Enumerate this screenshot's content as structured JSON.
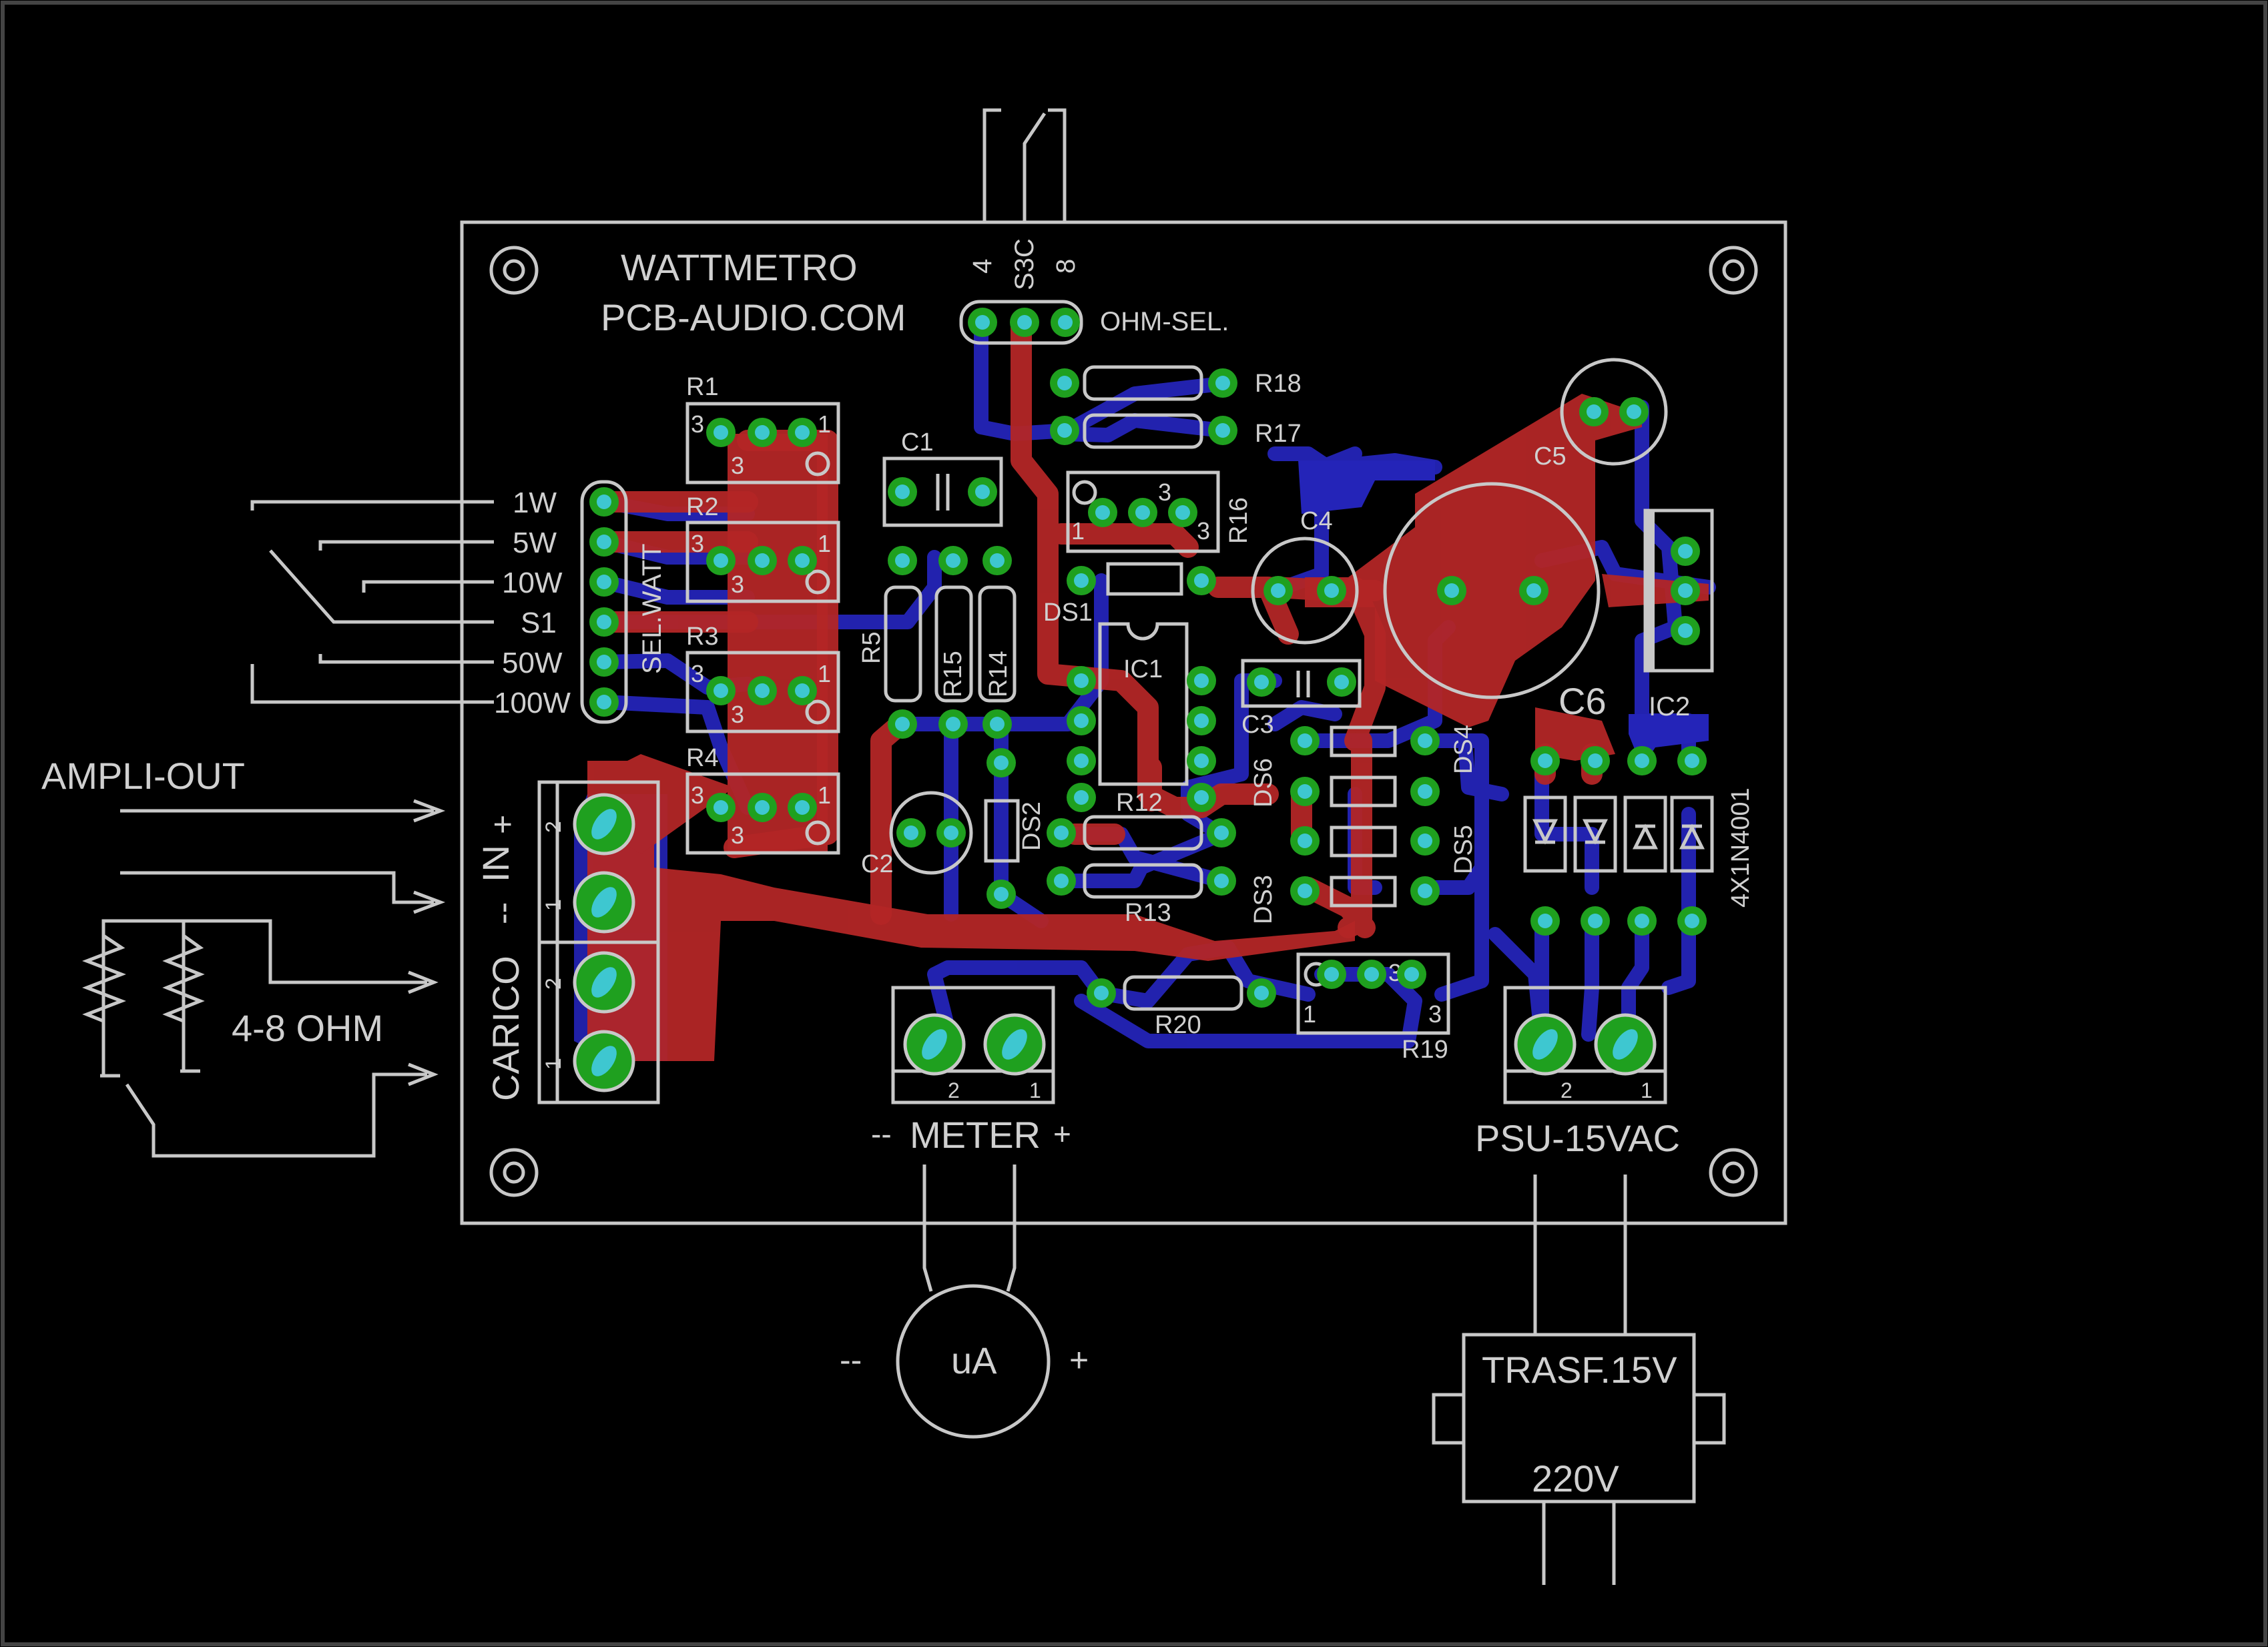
{
  "board": {
    "title": "WATTMETRO",
    "site": "PCB-AUDIO.COM"
  },
  "labels": {
    "ohm_sel": "OHM-SEL.",
    "s3c": "S3C",
    "pin4": "4",
    "pin8": "8",
    "sel_watt": "SEL.WATT",
    "ampli_out": "AMPLI-OUT",
    "in": "IN",
    "carico": "CARICO",
    "ohm": "4-8 OHM",
    "meter": "METER",
    "psu": "PSU-15VAC",
    "trasf": "TRASF.15V",
    "v220": "220V",
    "ua": "uA",
    "diodes": "4X1N4001",
    "minus": "--",
    "plus": "+",
    "one": "1",
    "two": "2",
    "three": "3"
  },
  "watt_selector": [
    "1W",
    "5W",
    "10W",
    "S1",
    "50W",
    "100W"
  ],
  "components": {
    "R1": "R1",
    "R2": "R2",
    "R3": "R3",
    "R4": "R4",
    "R5": "R5",
    "R12": "R12",
    "R13": "R13",
    "R14": "R14",
    "R15": "R15",
    "R16": "R16",
    "R17": "R17",
    "R18": "R18",
    "R19": "R19",
    "R20": "R20",
    "C1": "C1",
    "C2": "C2",
    "C3": "C3",
    "C4": "C4",
    "C5": "C5",
    "C6": "C6",
    "IC1": "IC1",
    "IC2": "IC2",
    "DS1": "DS1",
    "DS2": "DS2",
    "DS3": "DS3",
    "DS4": "DS4",
    "DS5": "DS5",
    "DS6": "DS6"
  },
  "colors": {
    "background": "#000000",
    "silkscreen": "#c8c8c8",
    "top_copper": "#b32626",
    "bottom_copper": "#2424b8",
    "pad": "#1fa01f",
    "drill": "#3ec7d0"
  }
}
